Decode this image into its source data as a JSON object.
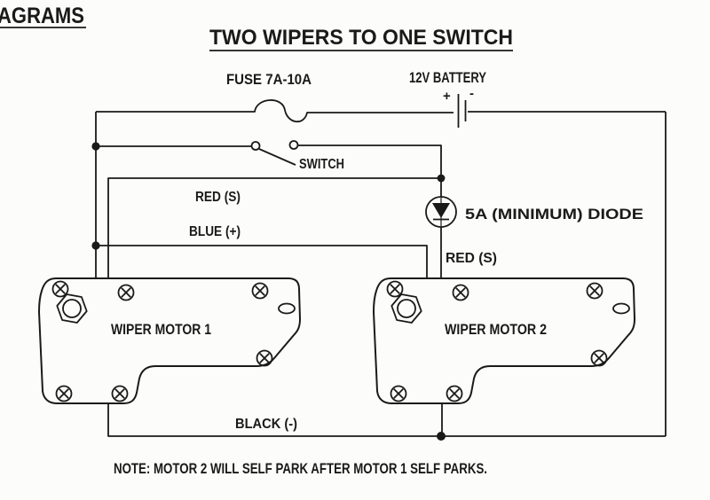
{
  "page": {
    "heading_partial": "AGRAMS",
    "title": "TWO WIPERS TO ONE SWITCH"
  },
  "labels": {
    "fuse": "FUSE 7A-10A",
    "battery": "12V BATTERY",
    "battery_plus": "+",
    "battery_minus": "-",
    "switch": "SWITCH",
    "diode": "5A (MINIMUM) DIODE",
    "wire_red_s_left": "RED (S)",
    "wire_red_s_right": "RED (S)",
    "wire_blue": "BLUE (+)",
    "wire_black": "BLACK (-)",
    "motor1": "WIPER MOTOR 1",
    "motor2": "WIPER MOTOR 2",
    "note": "NOTE: MOTOR 2 WILL SELF PARK AFTER MOTOR 1 SELF PARKS."
  },
  "symbols": {
    "fuse": "fuse-bump-symbol",
    "battery": "battery-cell-symbol",
    "switch": "open-knife-switch-symbol",
    "diode": "circled-diode-symbol",
    "screw": "phillips-screw",
    "nut": "hex-nut-with-shaft",
    "slot": "oval-mounting-slot"
  },
  "colors": {
    "ink": "#1a1a1a",
    "paper": "#fcfcfa"
  }
}
